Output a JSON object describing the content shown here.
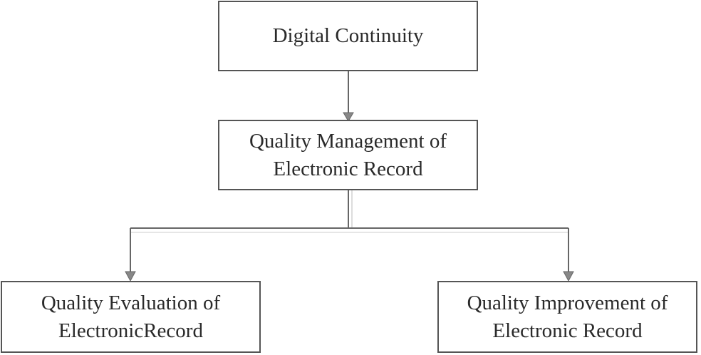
{
  "diagram": {
    "nodes": {
      "root": {
        "lines": [
          "Digital Continuity"
        ]
      },
      "middle": {
        "lines": [
          "Quality Management of",
          "Electronic Record"
        ]
      },
      "left": {
        "lines": [
          "Quality Evaluation of",
          "ElectronicRecord"
        ]
      },
      "right": {
        "lines": [
          "Quality Improvement of",
          "Electronic Record"
        ]
      }
    },
    "edges": [
      {
        "from": "root",
        "to": "middle"
      },
      {
        "from": "middle",
        "to": "left"
      },
      {
        "from": "middle",
        "to": "right"
      }
    ],
    "colors": {
      "border": "#555555",
      "connector": "#666666",
      "arrowhead": "#888888",
      "text": "#2a2a2a"
    }
  }
}
